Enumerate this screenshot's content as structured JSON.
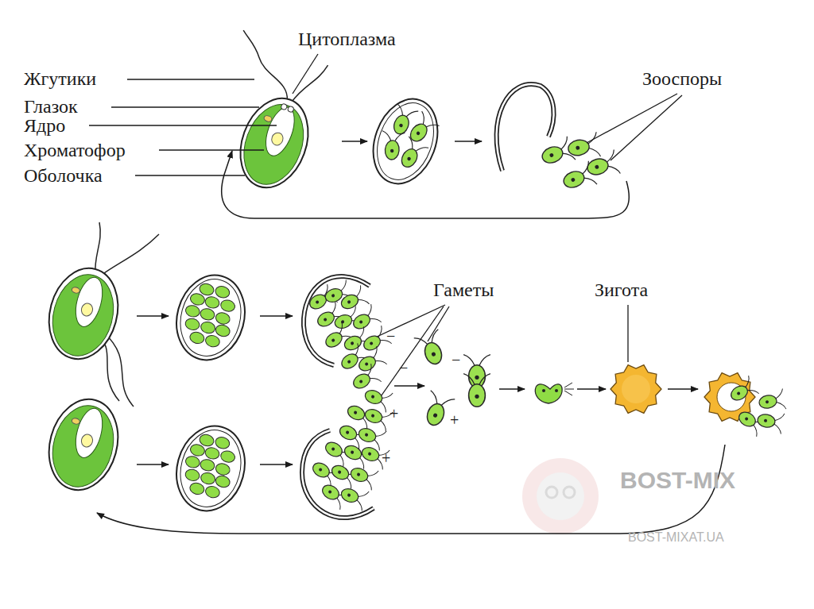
{
  "diagram": {
    "labels": [
      "Цитоплазма",
      "Жгутики",
      "Глазок",
      "Ядро",
      "Хроматофор",
      "Оболочка",
      "Зооспоры",
      "Гаметы",
      "Зигота",
      "−",
      "−",
      "−",
      "+",
      "+",
      "+",
      "BOST-MIX",
      "BOST-MIXAT.UA"
    ]
  }
}
